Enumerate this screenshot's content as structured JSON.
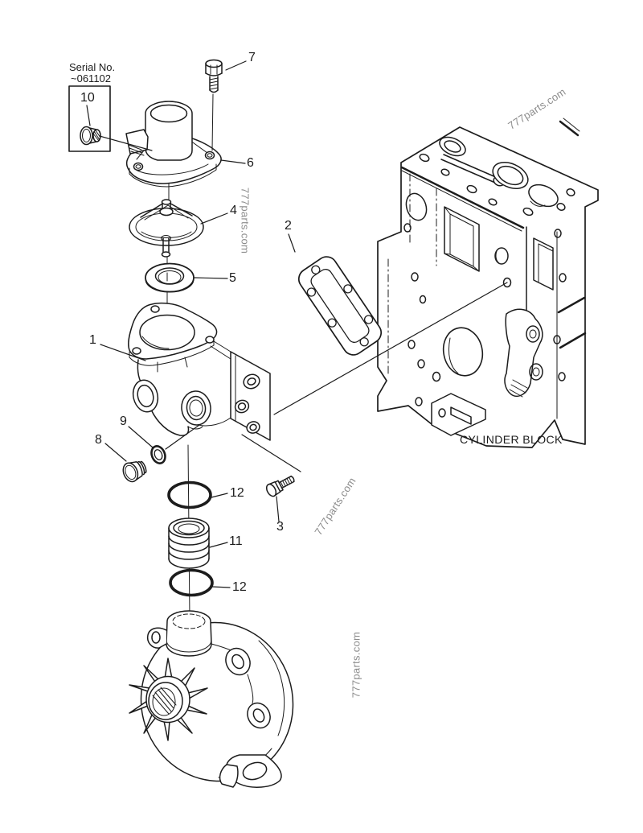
{
  "colors": {
    "background": "#ffffff",
    "line": "#1c1c1c",
    "watermark": "#8c8c8c"
  },
  "watermark_text": "777parts.com",
  "serial_note": {
    "line1": "Serial No.",
    "line2": "~061102"
  },
  "block_label": "CYLINDER BLOCK",
  "callouts": [
    {
      "ref": "7"
    },
    {
      "ref": "10"
    },
    {
      "ref": "6"
    },
    {
      "ref": "4"
    },
    {
      "ref": "5"
    },
    {
      "ref": "2"
    },
    {
      "ref": "1"
    },
    {
      "ref": "9"
    },
    {
      "ref": "8"
    },
    {
      "ref": "12"
    },
    {
      "ref": "11"
    },
    {
      "ref": "12"
    },
    {
      "ref": "3"
    }
  ]
}
